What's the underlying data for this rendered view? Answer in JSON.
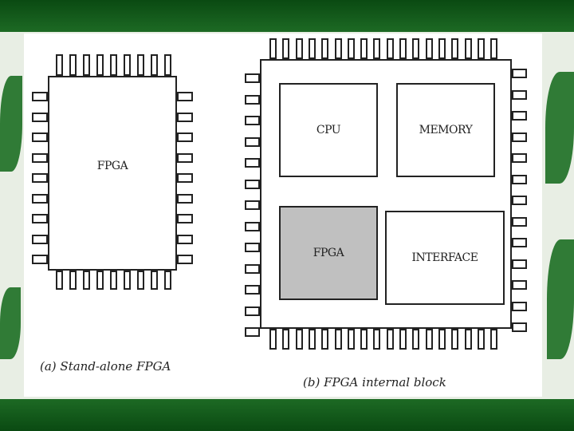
{
  "diagram": {
    "fig_a": {
      "chip_label": "FPGA",
      "caption": "(a) Stand-alone FPGA"
    },
    "fig_b": {
      "blocks": {
        "cpu": "CPU",
        "memory": "MEMORY",
        "fpga": "FPGA",
        "interface": "INTERFACE"
      },
      "caption": "(b) FPGA internal block"
    }
  },
  "colors": {
    "frame_green": "#1d6a24",
    "highlight_block": "#c0c0c0",
    "outline": "#222222"
  }
}
